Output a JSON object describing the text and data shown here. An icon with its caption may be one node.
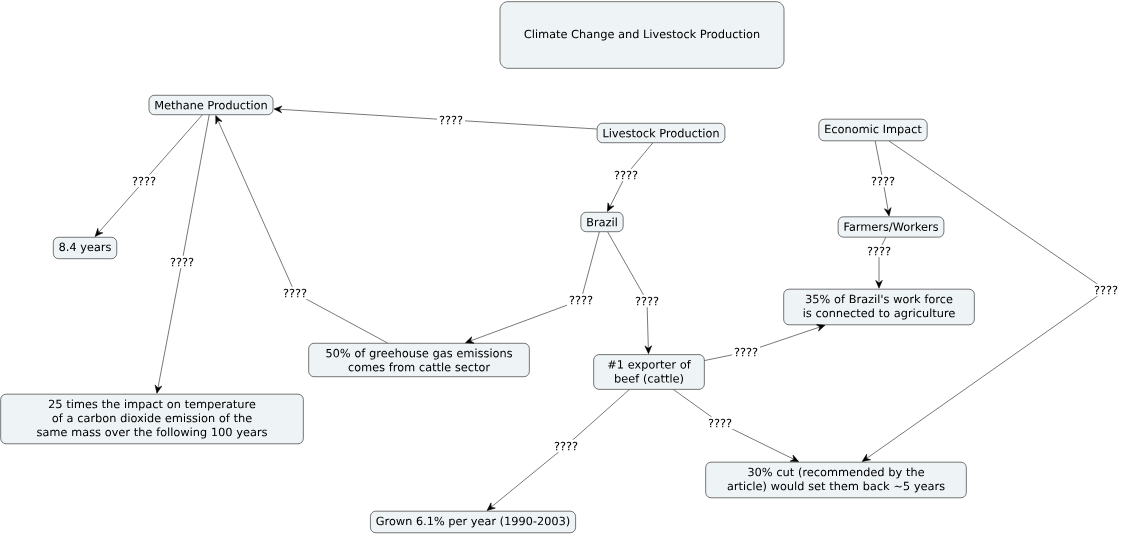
{
  "diagram": {
    "nodes": [
      {
        "text": [
          "Climate Change and Livestock Production"
        ]
      },
      {
        "text": [
          "Methane Production"
        ]
      },
      {
        "text": [
          "Livestock Production"
        ]
      },
      {
        "text": [
          "Economic Impact"
        ]
      },
      {
        "text": [
          "Brazil"
        ]
      },
      {
        "text": [
          "Farmers/Workers"
        ]
      },
      {
        "text": [
          "8.4 years"
        ]
      },
      {
        "text": [
          "35% of Brazil's work force is connected to agriculture"
        ]
      },
      {
        "text": [
          "50% of greehouse gas emissions comes from cattle sector"
        ]
      },
      {
        "text": [
          "#1 exporter of beef (cattle)"
        ]
      },
      {
        "text": [
          "25 times the impact on temperature of a carbon dioxide emission of the same mass over the following 100 years"
        ]
      },
      {
        "text": [
          "30% cut (recommended by the article) would set them back ~5 years"
        ]
      },
      {
        "text": [
          "Grown 6.1% per year (1990-2003)"
        ]
      }
    ],
    "edges": [
      {
        "from": 2,
        "to": 1,
        "arrow": "to",
        "label": "????"
      },
      {
        "from": 1,
        "to": 6,
        "arrow": "to",
        "label": "????"
      },
      {
        "from": 1,
        "to": 10,
        "arrow": "to",
        "label": "????"
      },
      {
        "from": 8,
        "to": 1,
        "arrow": "to",
        "label": "????"
      },
      {
        "from": 2,
        "to": 4,
        "arrow": "to",
        "label": "????"
      },
      {
        "from": 4,
        "to": 8,
        "arrow": "to",
        "label": "????"
      },
      {
        "from": 4,
        "to": 9,
        "arrow": "to",
        "label": "????"
      },
      {
        "from": 3,
        "to": 5,
        "arrow": "to",
        "label": "????"
      },
      {
        "from": 5,
        "to": 7,
        "arrow": "to",
        "label": "????"
      },
      {
        "from": 3,
        "to": 11,
        "arrow": "to",
        "label": "????"
      },
      {
        "from": 9,
        "to": 7,
        "arrow": "to",
        "label": "????"
      },
      {
        "from": 9,
        "to": 11,
        "arrow": "to",
        "label": "????"
      },
      {
        "from": 9,
        "to": 12,
        "arrow": "to",
        "label": "????"
      }
    ]
  }
}
